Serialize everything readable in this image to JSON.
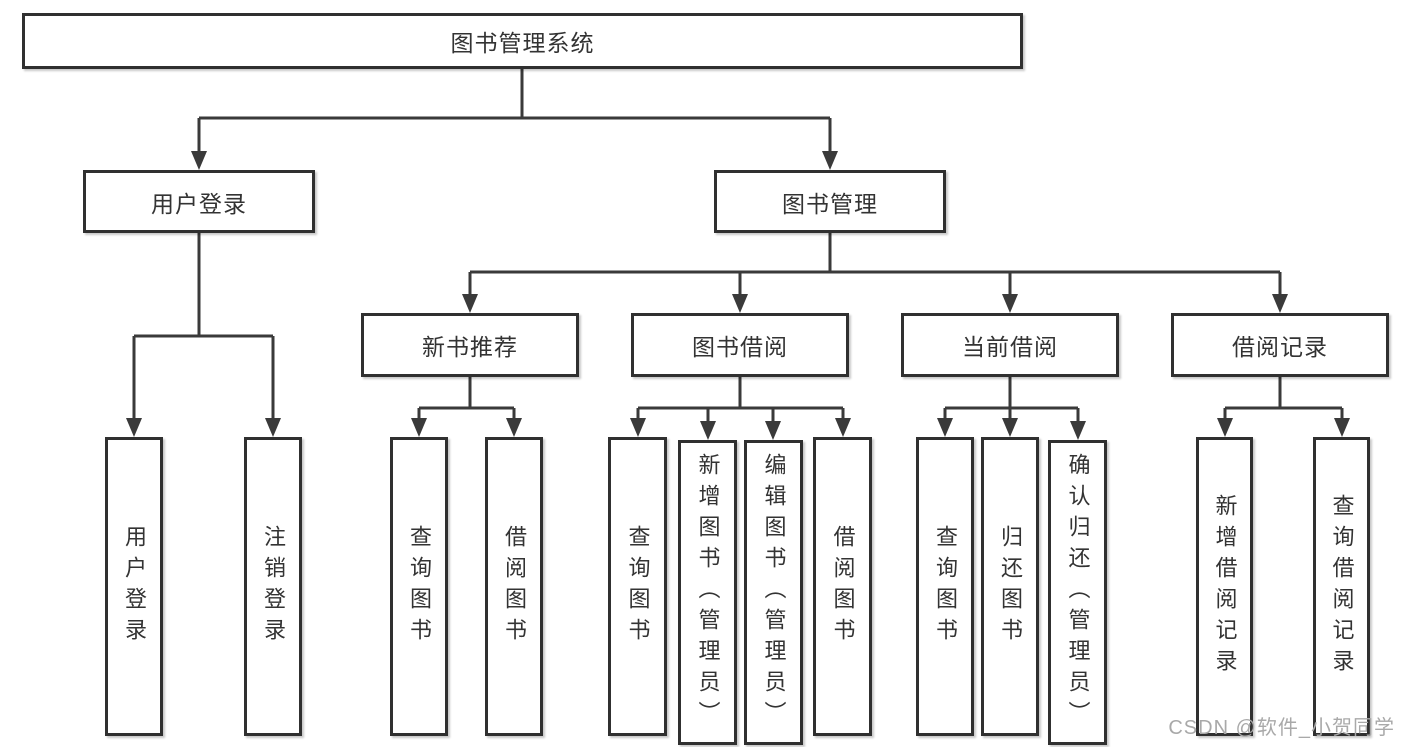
{
  "colors": {
    "line": "#3a3a3a",
    "border": "#303030",
    "text": "#333333",
    "background": "#ffffff",
    "watermark": "#a9a9a9"
  },
  "watermark": "CSDN @软件_小贺同学",
  "tree": {
    "label": "图书管理系统",
    "children": [
      {
        "label": "用户登录",
        "children": [
          {
            "label": "用户登录"
          },
          {
            "label": "注销登录"
          }
        ]
      },
      {
        "label": "图书管理",
        "children": [
          {
            "label": "新书推荐",
            "children": [
              {
                "label": "查询图书"
              },
              {
                "label": "借阅图书"
              }
            ]
          },
          {
            "label": "图书借阅",
            "children": [
              {
                "label": "查询图书"
              },
              {
                "label": "新增图书（管理员）"
              },
              {
                "label": "编辑图书（管理员）"
              },
              {
                "label": "借阅图书"
              }
            ]
          },
          {
            "label": "当前借阅",
            "children": [
              {
                "label": "查询图书"
              },
              {
                "label": "归还图书"
              },
              {
                "label": "确认归还（管理员）"
              }
            ]
          },
          {
            "label": "借阅记录",
            "children": [
              {
                "label": "新增借阅记录"
              },
              {
                "label": "查询借阅记录"
              }
            ]
          }
        ]
      }
    ]
  }
}
